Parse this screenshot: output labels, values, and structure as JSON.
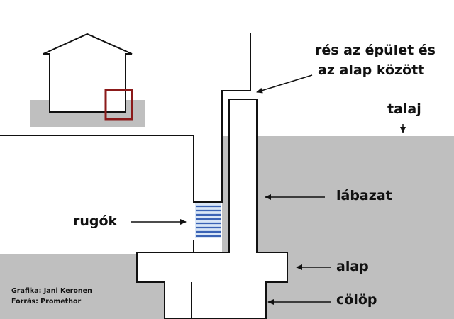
{
  "labels": {
    "gap_line1": "rés az épület és",
    "gap_line2": "az alap között",
    "soil": "talaj",
    "plinth": "lábazat",
    "springs": "rugók",
    "foundation": "alap",
    "pile": "cölöp"
  },
  "credits": {
    "graphic": "Grafika: Jani Keronen",
    "source": "Forrás: Promethor"
  },
  "colors": {
    "ground": "#bfbfbf",
    "line": "#111111",
    "structure_fill": "#ffffff",
    "spring": "#3b63b5",
    "spring_fill": "#d9e6f7",
    "highlight": "#8b1a1a"
  }
}
